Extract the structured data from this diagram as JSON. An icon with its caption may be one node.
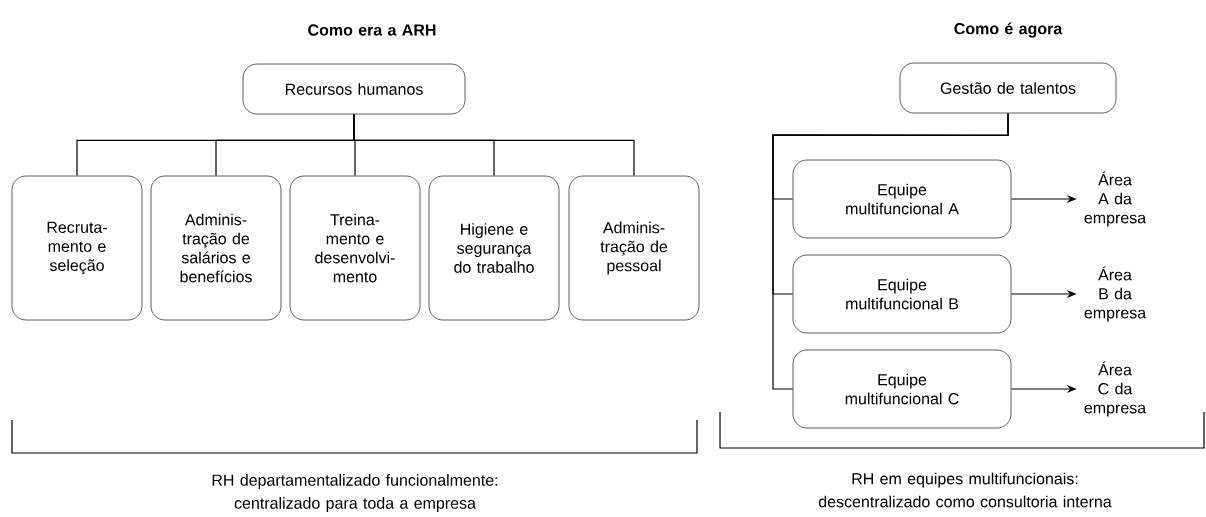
{
  "diagram": {
    "nodes": [
      {
        "text": [
          "Recursos humanos"
        ]
      },
      {
        "text": [
          "Recruta- mento e seleção"
        ]
      },
      {
        "text": [
          "Adminis- tração de salários e benefícios"
        ]
      },
      {
        "text": [
          "Treina- mento e desenvolvi- mento"
        ]
      },
      {
        "text": [
          "Higiene e segurança do trabalho"
        ]
      },
      {
        "text": [
          "Adminis- tração de pessoal"
        ]
      },
      {
        "text": [
          "Gestão de talentos"
        ]
      },
      {
        "text": [
          "Equipe multifuncional A"
        ]
      },
      {
        "text": [
          "Equipe multifuncional B"
        ]
      },
      {
        "text": [
          "Equipe multifuncional C"
        ]
      },
      {
        "text": [
          "Área A da empresa"
        ]
      },
      {
        "text": [
          "Área B da empresa"
        ]
      },
      {
        "text": [
          "Área C da empresa"
        ]
      }
    ],
    "edges": [
      {
        "from": 0,
        "to": 1,
        "arrow": "none"
      },
      {
        "from": 0,
        "to": 2,
        "arrow": "none"
      },
      {
        "from": 0,
        "to": 3,
        "arrow": "none"
      },
      {
        "from": 0,
        "to": 4,
        "arrow": "none"
      },
      {
        "from": 0,
        "to": 5,
        "arrow": "none"
      },
      {
        "from": 6,
        "to": 7,
        "arrow": "none"
      },
      {
        "from": 6,
        "to": 8,
        "arrow": "none"
      },
      {
        "from": 6,
        "to": 9,
        "arrow": "none"
      },
      {
        "from": 7,
        "to": 10,
        "arrow": "to"
      },
      {
        "from": 8,
        "to": 11,
        "arrow": "to"
      },
      {
        "from": 9,
        "to": 12,
        "arrow": "to"
      }
    ],
    "labels": [
      "Como era a ARH",
      "Como é agora",
      "RH departamentalizado funcionalmente: centralizado para toda a empresa",
      "RH em equipes multifuncionais: descentralizado como consultoria interna"
    ]
  }
}
